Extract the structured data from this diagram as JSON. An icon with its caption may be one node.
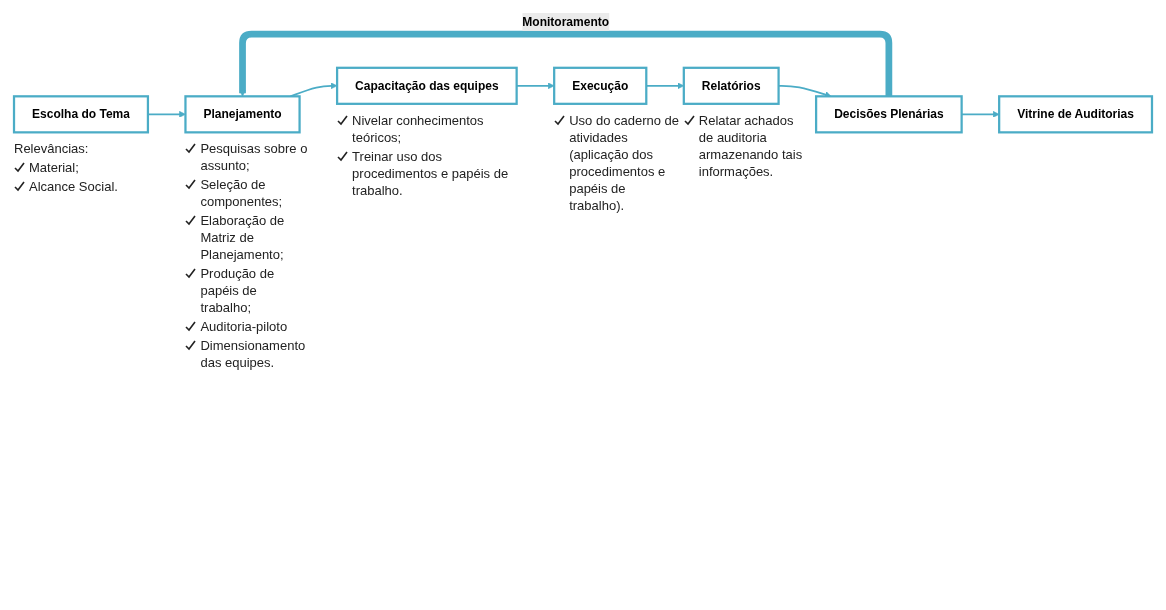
{
  "diagram": {
    "nodes": [
      {
        "text": [
          "Escolha do Tema"
        ],
        "beside": [
          "Relevâncias:",
          "Material;",
          "Alcance Social."
        ]
      },
      {
        "text": [
          "Planejamento"
        ],
        "beside": [
          "Pesquisas sobre o assunto;",
          "Seleção de componentes;",
          "Elaboração de Matriz de Planejamento;",
          "Produção de papéis de trabalho;",
          "Auditoria-piloto",
          "Dimensionamento das equipes."
        ]
      },
      {
        "text": [
          "Capacitação das equipes"
        ],
        "beside": [
          "Nivelar conhecimentos teóricos;",
          "Treinar uso dos procedimentos e papéis de trabalho."
        ]
      },
      {
        "text": [
          "Execução"
        ],
        "beside": [
          "Uso do caderno de atividades (aplicação dos procedimentos e papéis de trabalho)."
        ]
      },
      {
        "text": [
          "Relatórios"
        ],
        "beside": [
          "Relatar achados de auditoria armazenando tais informações."
        ]
      },
      {
        "text": [
          "Decisões Plenárias"
        ]
      },
      {
        "text": [
          "Vitrine de Auditorias"
        ]
      }
    ],
    "edges": [
      {
        "from": 0,
        "to": 1,
        "arrow": "to"
      },
      {
        "from": 1,
        "to": 2,
        "arrow": "to"
      },
      {
        "from": 2,
        "to": 3,
        "arrow": "to"
      },
      {
        "from": 3,
        "to": 4,
        "arrow": "to"
      },
      {
        "from": 4,
        "to": 5,
        "arrow": "to"
      },
      {
        "from": 5,
        "to": 6,
        "arrow": "to"
      },
      {
        "from": 5,
        "to": 1,
        "arrow": "to",
        "label": "Monitoramento",
        "style": "thick"
      }
    ]
  }
}
